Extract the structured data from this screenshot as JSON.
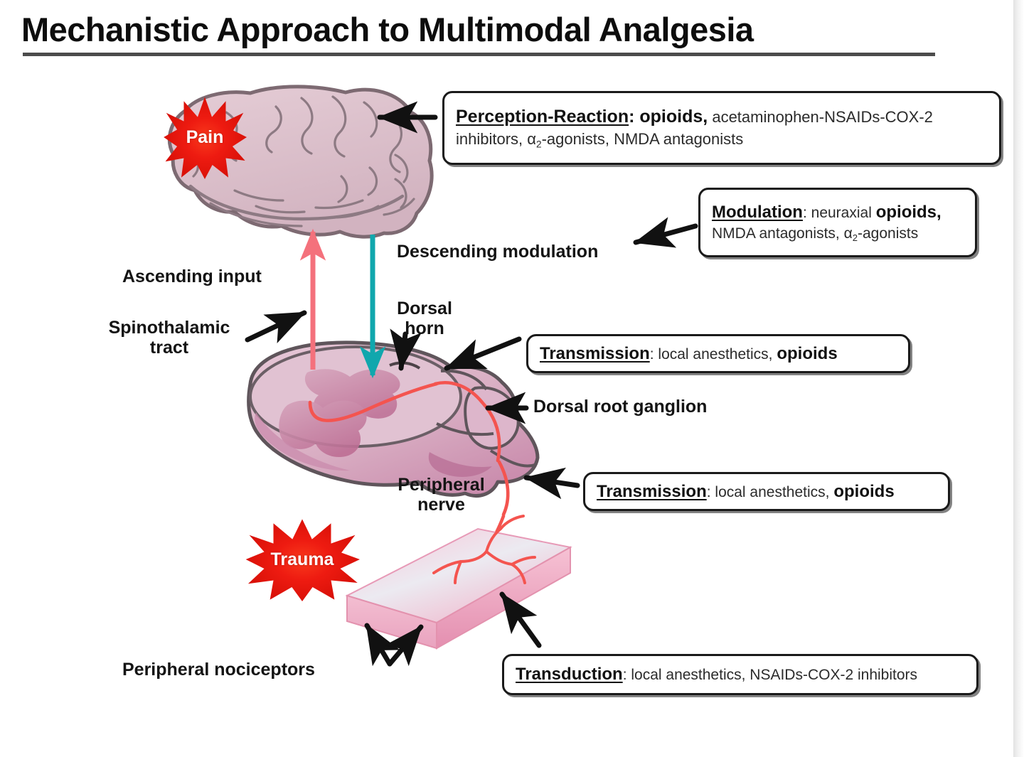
{
  "page": {
    "title": "Mechanistic Approach to Multimodal Analgesia",
    "background": "#ffffff"
  },
  "colors": {
    "burst_red": "#ee1b11",
    "ascending_arrow": "#f4717c",
    "descending_arrow": "#10a7ad",
    "brain_fill": "#dfc3cd",
    "brain_outline": "#7d6a72",
    "cord_fill": "#dfbccd",
    "cord_gray_matter": "#c8769c",
    "skin_fill": "#f0b9cd",
    "nerve_red": "#f4544f",
    "box_border": "#1a1a1a",
    "text": "#141414"
  },
  "callouts": [
    {
      "id": "perception",
      "heading": "Perception-Reaction",
      "separator": ": ",
      "emphasis": "opioids,",
      "rest": " acetaminophen-NSAIDs-COX-2 inhibitors, α",
      "sub": "2",
      "tail": "-agonists, NMDA  antagonists",
      "full_text": "Perception-Reaction: opioids, acetaminophen-NSAIDs-COX-2 inhibitors, α2-agonists, NMDA  antagonists"
    },
    {
      "id": "modulation",
      "heading": "Modulation",
      "separator": ": ",
      "pre": "neuraxial ",
      "emphasis": "opioids,",
      "rest": " NMDA  antagonists, α",
      "sub": "2",
      "tail": "-agonists",
      "full_text": "Modulation: neuraxial opioids, NMDA  antagonists, α2-agonists"
    },
    {
      "id": "transmission-1",
      "heading": "Transmission",
      "separator": ": ",
      "rest": "local anesthetics, ",
      "emphasis": "opioids",
      "full_text": "Transmission: local anesthetics, opioids"
    },
    {
      "id": "transmission-2",
      "heading": "Transmission",
      "separator": ": ",
      "rest": "local anesthetics, ",
      "emphasis": "opioids",
      "full_text": "Transmission: local anesthetics, opioids"
    },
    {
      "id": "transduction",
      "heading": "Transduction",
      "separator": ": ",
      "rest": "local anesthetics, NSAIDs-COX-2 inhibitors",
      "full_text": "Transduction: local anesthetics, NSAIDs-COX-2 inhibitors"
    }
  ],
  "labels": {
    "ascending_input": "Ascending input",
    "spinothalamic_tract": "Spinothalamic\ntract",
    "descending_modulation": "Descending modulation",
    "dorsal_horn": "Dorsal\nhorn",
    "dorsal_root_ganglion": "Dorsal root ganglion",
    "peripheral_nerve": "Peripheral\nnerve",
    "peripheral_nociceptors": "Peripheral nociceptors"
  },
  "bursts": {
    "pain": "Pain",
    "trauma": "Trauma"
  },
  "anatomy": {
    "brain": "brain-lateral-view",
    "spinal_cord": "spinal-cord-cross-section",
    "skin": "skin-tissue-slab",
    "nerve_fibers": "peripheral-nerve-fibers"
  }
}
